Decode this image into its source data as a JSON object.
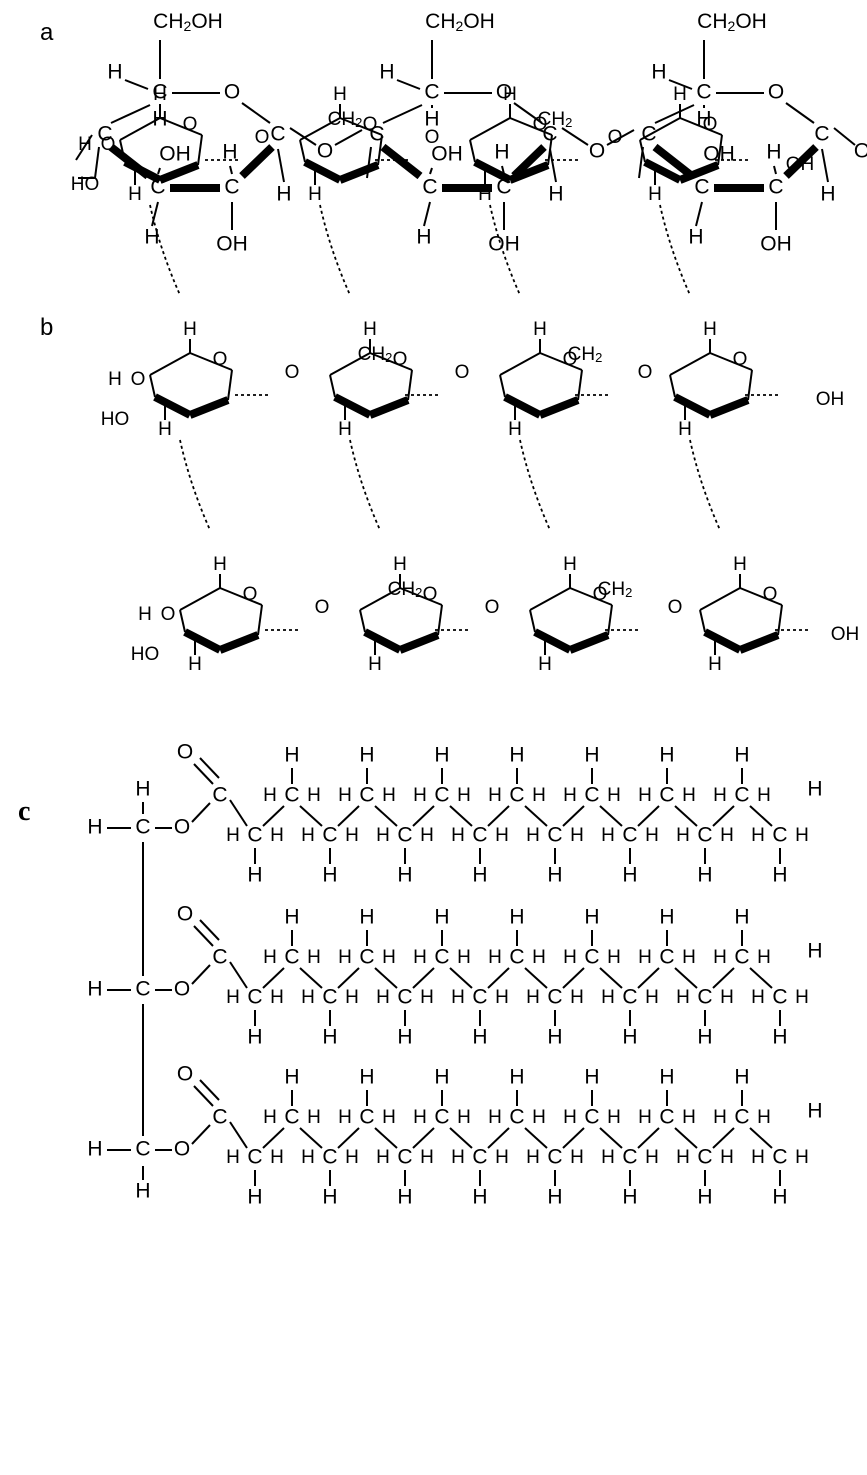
{
  "panels": {
    "a": {
      "letter": "a"
    },
    "b": {
      "letter": "b"
    },
    "c": {
      "letter": "c"
    }
  },
  "atoms": {
    "ch2oh": "CH",
    "sub2": "2",
    "oh_tail": "OH",
    "O": "O",
    "H": "H",
    "C": "C",
    "OH": "OH",
    "HO": "HO"
  }
}
